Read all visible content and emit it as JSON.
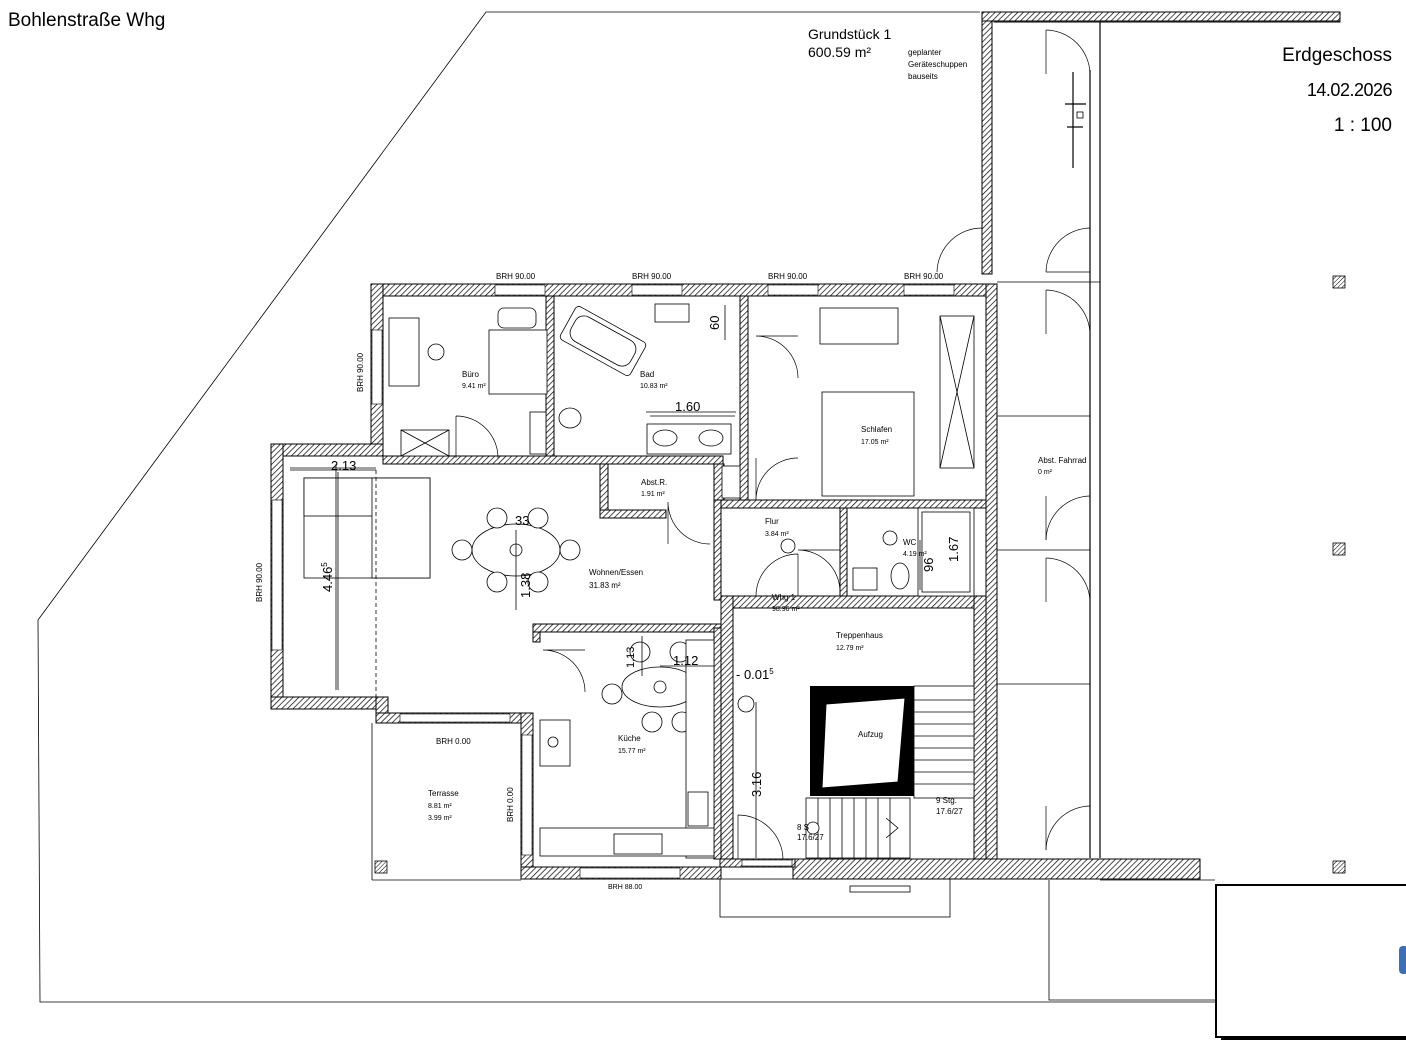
{
  "plot": {
    "name": "Grundstück 1",
    "area": "600.59 m²",
    "note_line1": "geplanter",
    "note_line2": "Geräteschuppen",
    "note_line3": "bauseits"
  },
  "windows": {
    "top1": "BRH 90.00",
    "top2": "BRH 90.00",
    "top3": "BRH 90.00",
    "top4": "BRH 90.00",
    "left_upper": "BRH 90.00",
    "left_lower": "BRH 90.00",
    "terrace": "BRH 0.00",
    "kitchen_side": "BRH 0.00",
    "bottom": "BRH 88.00"
  },
  "rooms": {
    "buero": {
      "name": "Büro",
      "area": "9.41 m²"
    },
    "bad": {
      "name": "Bad",
      "area": "10.83 m²"
    },
    "schlafen": {
      "name": "Schlafen",
      "area": "17.05 m²"
    },
    "abstr": {
      "name": "Abst.R.",
      "area": "1.91 m²"
    },
    "wohnen": {
      "name": "Wohnen/Essen",
      "area": "31.83 m²"
    },
    "flur": {
      "name": "Flur",
      "area": "3.84 m²"
    },
    "wc": {
      "name": "WC",
      "area": "4.19 m²"
    },
    "whg": {
      "name": "Whg 1",
      "area": "98.96 m²"
    },
    "treppenhaus": {
      "name": "Treppenhaus",
      "area": "12.79 m²"
    },
    "aufzug": {
      "name": "Aufzug"
    },
    "kueche": {
      "name": "Küche",
      "area": "15.77 m²"
    },
    "terrasse": {
      "name": "Terrasse",
      "area": "8.81 m²",
      "area2": "3.99 m²"
    },
    "fahrrad": {
      "name": "Abst. Fahrrad",
      "area": "0 m²"
    }
  },
  "dimensions": {
    "d60": "60",
    "d160": "1.60",
    "d213": "2.13",
    "d446": "4.46",
    "d446_sup": "5",
    "d33": "33",
    "d138": "1.38",
    "d113": "1.13",
    "d112": "1.12",
    "d167": "1.67",
    "d96": "96",
    "d316": "3.16",
    "level": "- 0.01",
    "level_sup": "5"
  },
  "stairs": {
    "upper_count": "9 Stg.",
    "upper_ratio": "17.6/27",
    "lower_count": "8 S",
    "lower_ratio": "17.6/27"
  },
  "title_block": {
    "project": "Bohlenstraße Whg",
    "floor": "Erdgeschoss",
    "date": "14.02.2026",
    "scale": "1 : 100"
  },
  "colors": {
    "line": "#000000",
    "badge": "#3d6fb5"
  }
}
